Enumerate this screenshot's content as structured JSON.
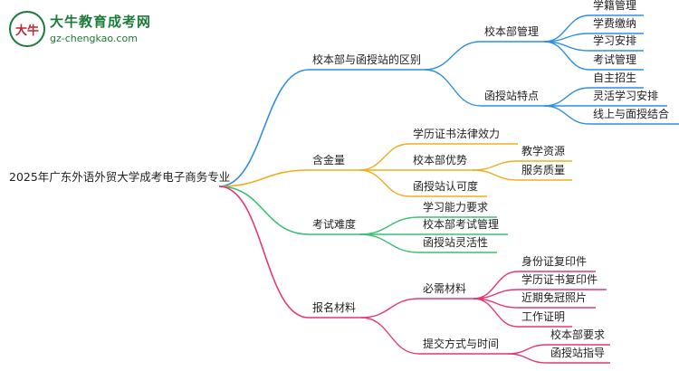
{
  "logo": {
    "mark_text": "大牛",
    "name": "大牛教育成考网",
    "url": "gz-chengkao.com",
    "brand_color": "#1b7b3a"
  },
  "mindmap": {
    "root": "2025年广东外语外贸大学成考电子商务专业",
    "branches": [
      {
        "label": "校本部与函授站的区别",
        "color": "#2f8fe3",
        "children": [
          {
            "label": "校本部管理",
            "children": [
              {
                "label": "学籍管理"
              },
              {
                "label": "学费缴纳"
              },
              {
                "label": "学习安排"
              },
              {
                "label": "考试管理"
              }
            ]
          },
          {
            "label": "函授站特点",
            "children": [
              {
                "label": "自主招生"
              },
              {
                "label": "灵活学习安排"
              },
              {
                "label": "线上与面授结合"
              }
            ]
          }
        ]
      },
      {
        "label": "含金量",
        "color": "#f0ad1d",
        "children": [
          {
            "label": "学历证书法律效力"
          },
          {
            "label": "校本部优势",
            "children": [
              {
                "label": "教学资源"
              },
              {
                "label": "服务质量"
              }
            ]
          },
          {
            "label": "函授站认可度"
          }
        ]
      },
      {
        "label": "考试难度",
        "color": "#3cc071",
        "children": [
          {
            "label": "学习能力要求"
          },
          {
            "label": "校本部考试管理"
          },
          {
            "label": "函授站灵活性"
          }
        ]
      },
      {
        "label": "报名材料",
        "color": "#e8357a",
        "children": [
          {
            "label": "必需材料",
            "children": [
              {
                "label": "身份证复印件"
              },
              {
                "label": "学历证书复印件"
              },
              {
                "label": "近期免冠照片"
              },
              {
                "label": "工作证明"
              }
            ]
          },
          {
            "label": "提交方式与时间",
            "children": [
              {
                "label": "校本部要求"
              },
              {
                "label": "函授站指导"
              }
            ]
          }
        ]
      }
    ]
  }
}
